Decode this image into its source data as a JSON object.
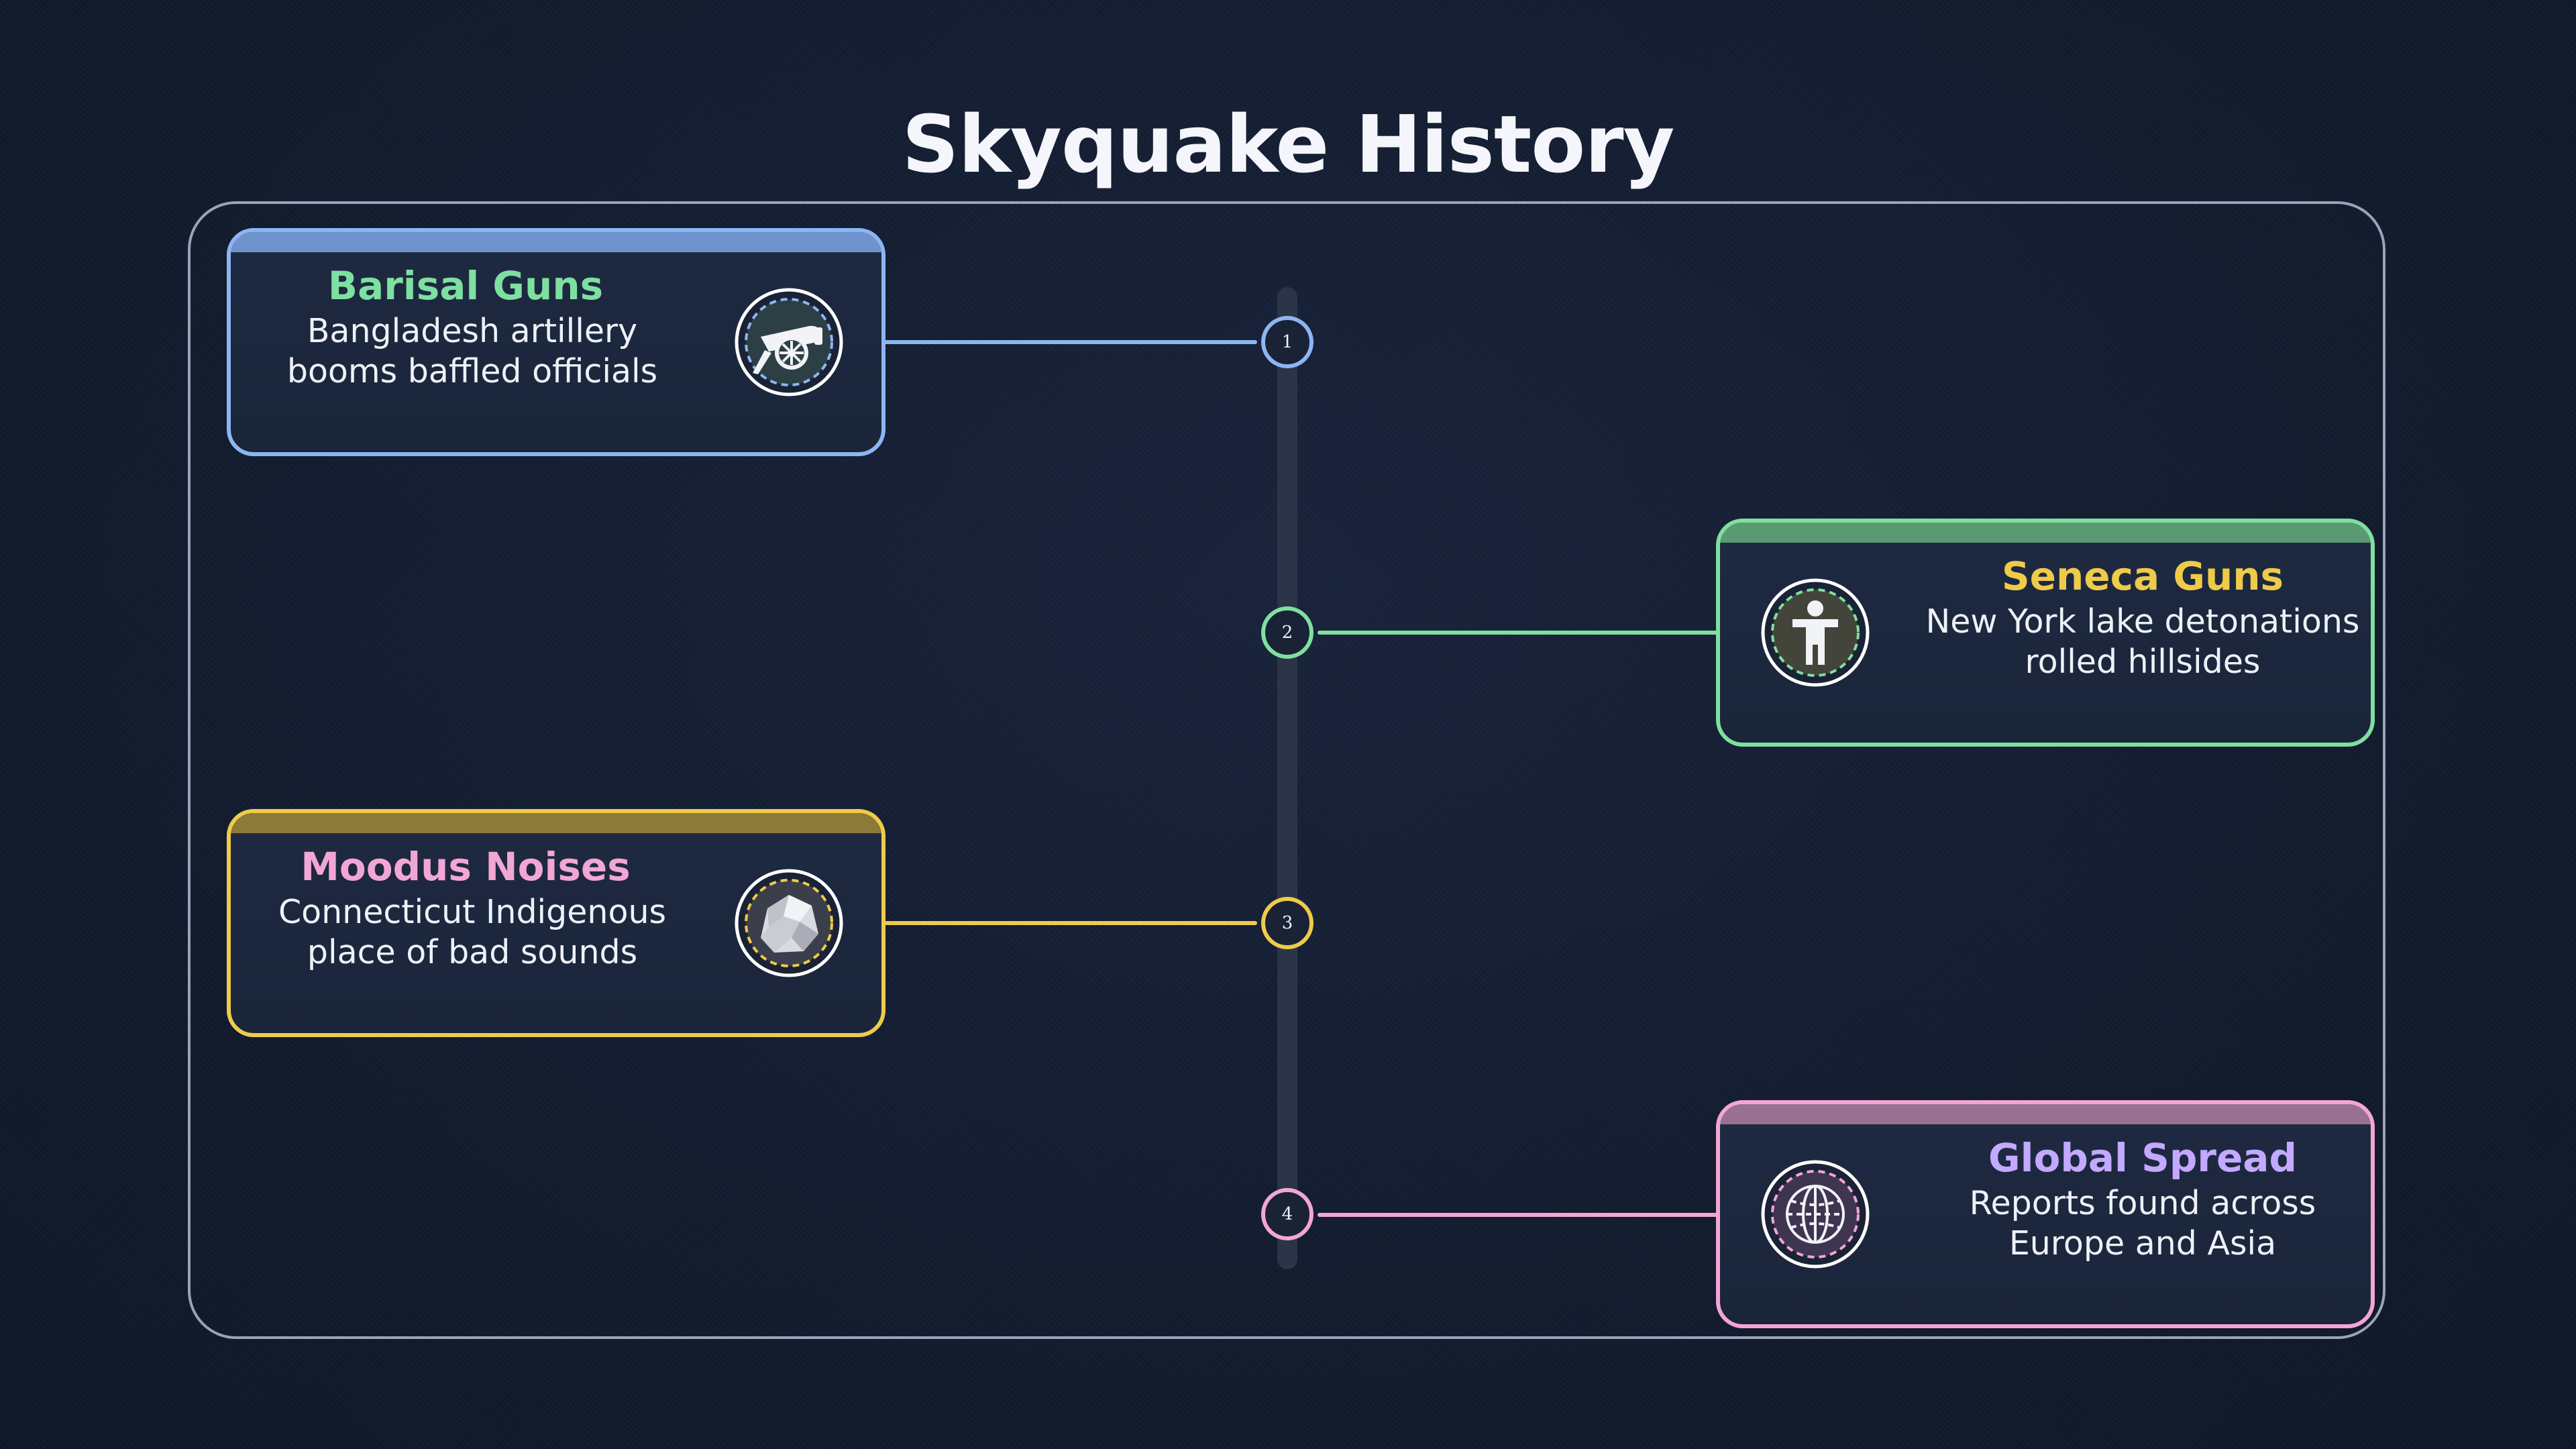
{
  "title": "Skyquake History",
  "colors": {
    "blue": "#8cb6f2",
    "green": "#7ee0a0",
    "yellow": "#efcb4a",
    "pink": "#f2a6d4",
    "purple": "#c3a9ff"
  },
  "events": [
    {
      "node": "1",
      "title": "Barisal Guns",
      "desc_line1": "Bangladesh artillery",
      "desc_line2": "booms baffled officials",
      "icon": "cannon-icon"
    },
    {
      "node": "2",
      "title": "Seneca Guns",
      "desc_line1": "New York lake detonations",
      "desc_line2": "rolled hillsides",
      "icon": "person-icon"
    },
    {
      "node": "3",
      "title": "Moodus Noises",
      "desc_line1": "Connecticut Indigenous",
      "desc_line2": "place of bad sounds",
      "icon": "rock-icon"
    },
    {
      "node": "4",
      "title": "Global Spread",
      "desc_line1": "Reports found across",
      "desc_line2": "Europe and Asia",
      "icon": "globe-icon"
    }
  ]
}
